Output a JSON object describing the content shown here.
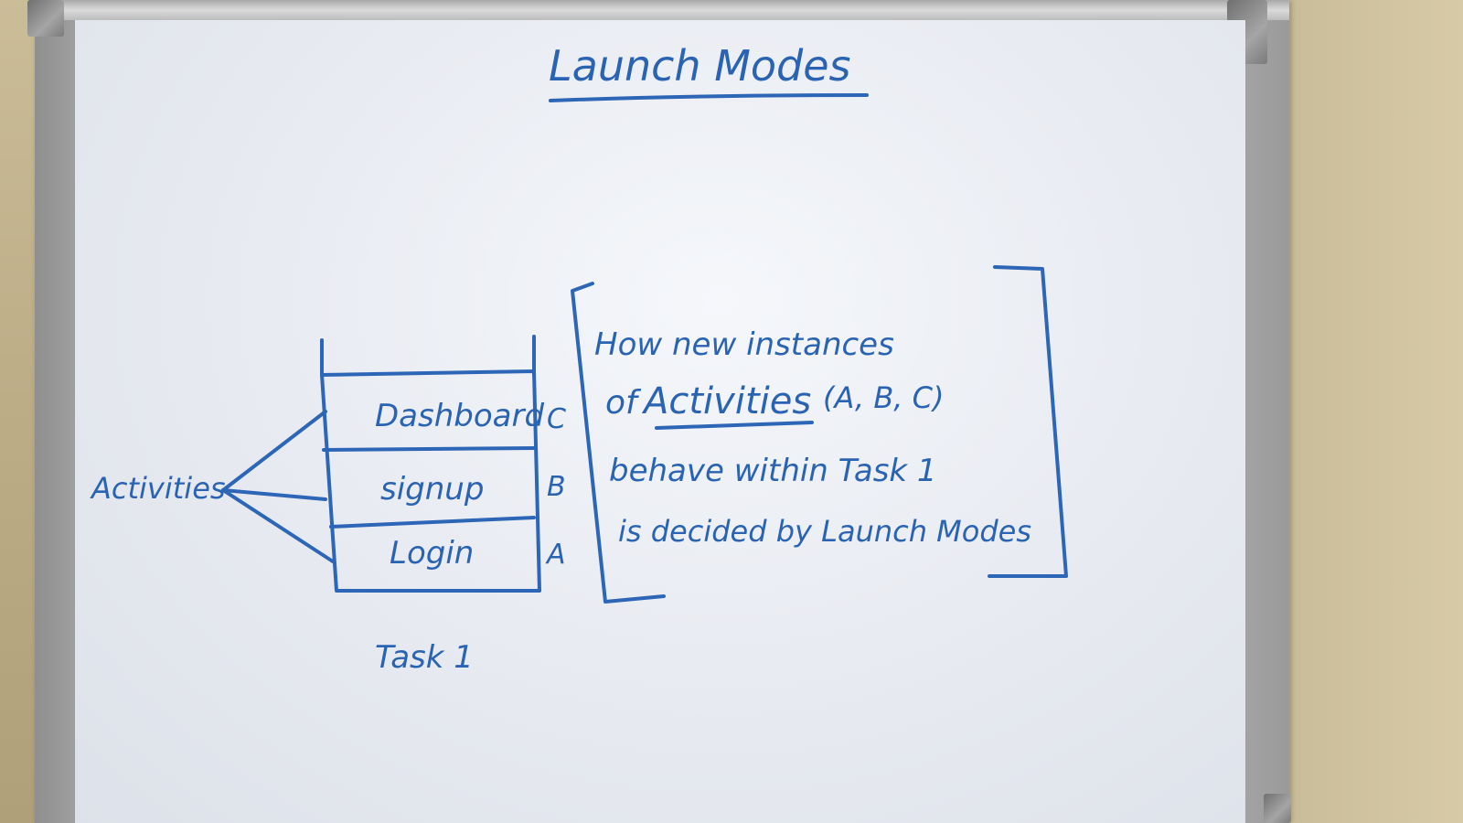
{
  "whiteboard": {
    "title": "Launch Modes",
    "stack": {
      "activities": [
        {
          "name": "Dashboard",
          "letter": "C"
        },
        {
          "name": "signup",
          "letter": "B"
        },
        {
          "name": "Login",
          "letter": "A"
        }
      ],
      "side_label": "Activities",
      "task_label": "Task 1"
    },
    "note_lines": {
      "line1": "How new instances",
      "line2_prefix": "of",
      "line2_highlight": "Activities",
      "line2_suffix": "(A, B, C)",
      "line3": "behave within Task 1",
      "line4": "is decided by Launch Modes"
    }
  },
  "colors": {
    "ink": "#2b63b3",
    "board": "#eceef3",
    "frame": "#c4c4c4",
    "wall": "#c2b48f"
  }
}
